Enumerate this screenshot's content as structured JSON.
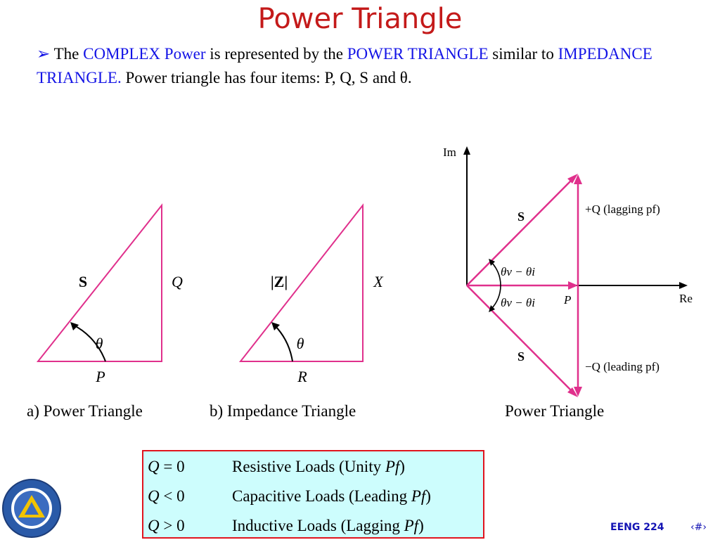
{
  "slide": {
    "title": "Power Triangle",
    "bullet": {
      "marker": "➢",
      "t1": " The ",
      "b1": "COMPLEX Power",
      "t2": " is represented by the ",
      "b2": "POWER TRIANGLE",
      "t3": " similar to ",
      "b3": "IMPEDANCE TRIANGLE.",
      "t4": " Power triangle has four items: P, Q, S and θ."
    }
  },
  "diagram_a": {
    "hyp": "S",
    "vert": "Q",
    "base": "P",
    "angle": "θ",
    "caption": "a) Power Triangle"
  },
  "diagram_b": {
    "hyp": "|Z|",
    "vert": "X",
    "base": "R",
    "angle": "θ",
    "caption": "b) Impedance Triangle"
  },
  "diagram_c": {
    "axis_im": "Im",
    "axis_re": "Re",
    "s_upper": "S",
    "s_lower": "S",
    "q_upper": "+Q (lagging pf)",
    "q_lower": "−Q (leading pf)",
    "angle_upper": "θv − θi",
    "angle_lower": "θv − θi",
    "p_label": "P",
    "caption": "Power Triangle"
  },
  "loads": [
    {
      "var": "Q",
      "op": "=",
      "val": "0",
      "desc": "Resistive Loads (Unity ",
      "pf": "Pf",
      "close": ")"
    },
    {
      "var": "Q",
      "op": "<",
      "val": "0",
      "desc": "Capacitive Loads (Leading ",
      "pf": "Pf",
      "close": ")"
    },
    {
      "var": "Q",
      "op": ">",
      "val": "0",
      "desc": "Inductive Loads (Lagging ",
      "pf": "Pf",
      "close": ")"
    }
  ],
  "footer": {
    "course": "EENG 224",
    "page": "‹#›"
  },
  "colors": {
    "title": "#c41a1a",
    "highlight": "#1414e6",
    "triangle": "#e0308c",
    "box_bg": "#cdfdfd",
    "box_border": "#e0141e"
  }
}
